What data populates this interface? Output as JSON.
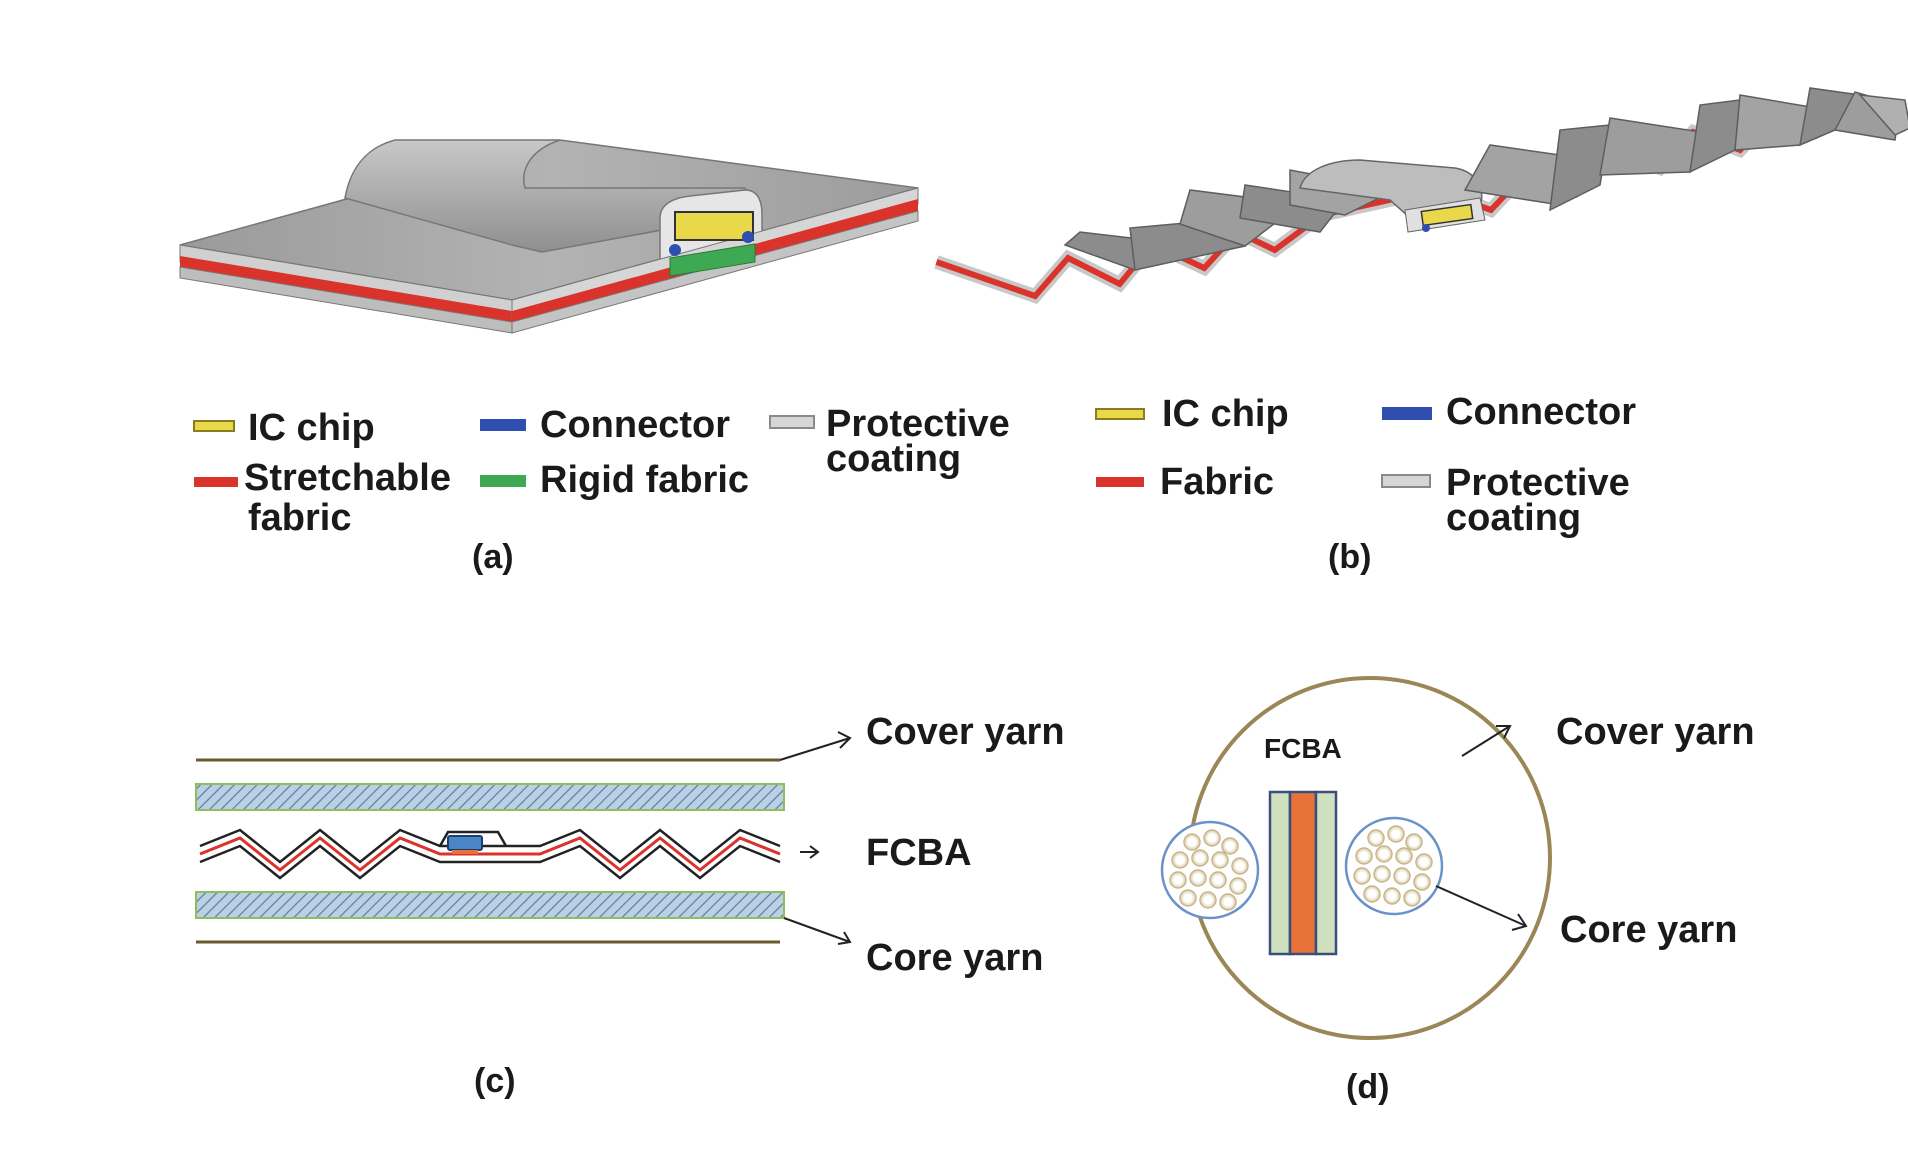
{
  "panel_a": {
    "caption": "(a)",
    "legend": {
      "ic_chip": "IC chip",
      "connector": "Connector",
      "protective_coating_1": "Protective",
      "protective_coating_2": "coating",
      "stretchable_fabric_1": "Stretchable",
      "stretchable_fabric_2": "fabric",
      "rigid_fabric": "Rigid fabric"
    }
  },
  "panel_b": {
    "caption": "(b)",
    "legend": {
      "ic_chip": "IC chip",
      "connector": "Connector",
      "fabric": "Fabric",
      "protective_coating_1": "Protective",
      "protective_coating_2": "coating"
    }
  },
  "panel_c": {
    "caption": "(c)",
    "cover_yarn": "Cover yarn",
    "fcba": "FCBA",
    "core_yarn": "Core yarn"
  },
  "panel_d": {
    "caption": "(d)",
    "fcba": "FCBA",
    "cover_yarn": "Cover yarn",
    "core_yarn": "Core yarn"
  },
  "colors": {
    "ic_chip": "#e8d84a",
    "connector": "#2f4fb0",
    "stretchable_fabric": "#d9332b",
    "rigid_fabric": "#3fa852",
    "protective_coating": "#c9c9c9",
    "cover_yarn": "#8a7a4a",
    "core_yarn_hatch": "#5b7fae",
    "fcba_center": "#e8733a",
    "fcba_side": "#cfe0bf"
  }
}
